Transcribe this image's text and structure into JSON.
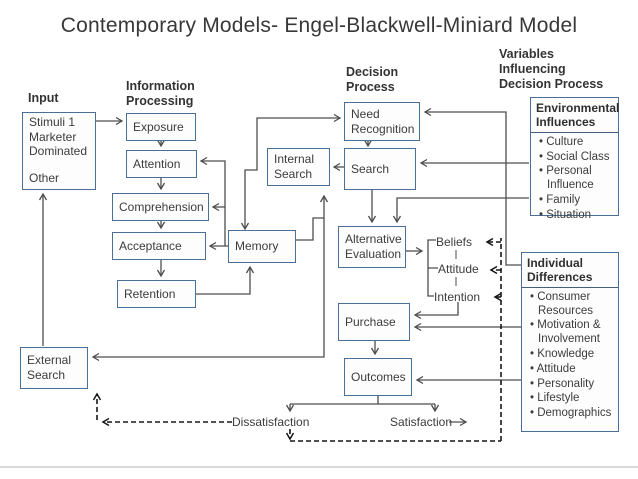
{
  "title": "Contemporary Models- Engel-Blackwell-Miniard Model",
  "headers": {
    "variables": "Variables Influencing\nDecision Process",
    "input": "Input",
    "information_processing": "Information\nProcessing",
    "decision_process": "Decision\nProcess"
  },
  "boxes": {
    "stimuli_top": "Stimuli 1\nMarketer\nDominated",
    "stimuli_other": "Other",
    "exposure": "Exposure",
    "attention": "Attention",
    "comprehension": "Comprehension",
    "acceptance": "Acceptance",
    "retention": "Retention",
    "memory": "Memory",
    "internal_search": "Internal Search",
    "need_recognition": "Need Recognition",
    "search": "Search",
    "alternative_evaluation": "Alternative Evaluation",
    "purchase": "Purchase",
    "outcomes": "Outcomes",
    "external_search": "External Search"
  },
  "labels": {
    "beliefs": "Beliefs",
    "attitude": "Attitude",
    "intention": "Intention",
    "dissatisfaction": "Dissatisfaction",
    "satisfaction": "Satisfaction"
  },
  "panels": {
    "environmental": {
      "title": "Environmental Influences",
      "items": [
        "Culture",
        "Social Class",
        "Personal Influence",
        "Family",
        "Situation"
      ]
    },
    "individual": {
      "title": "Individual Differences",
      "items": [
        "Consumer Resources",
        "Motivation & Involvement",
        "Knowledge",
        "Attitude",
        "Personality",
        "Lifestyle",
        "Demographics"
      ]
    }
  },
  "colors": {
    "box_border": "#4a7098",
    "solid_line": "#4d4d4d",
    "dashed_line": "#161616",
    "text": "#3c3c3c"
  }
}
